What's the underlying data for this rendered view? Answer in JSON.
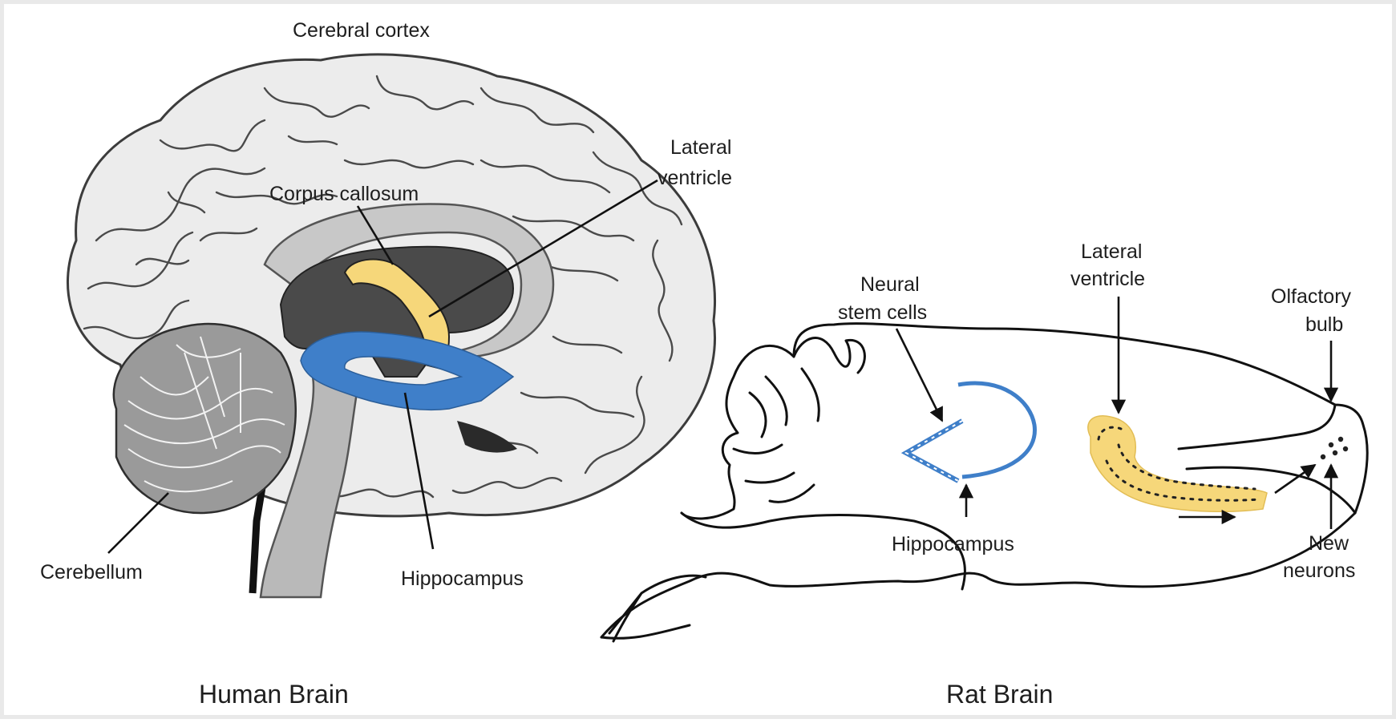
{
  "human_brain": {
    "caption": "Human Brain",
    "labels": {
      "cerebral_cortex": "Cerebral cortex",
      "corpus_callosum": "Corpus callosum",
      "lateral_ventricle_line1": "Lateral",
      "lateral_ventricle_line2": "ventricle",
      "cerebellum": "Cerebellum",
      "hippocampus": "Hippocampus"
    }
  },
  "rat_brain": {
    "caption": "Rat Brain",
    "labels": {
      "neural_stem_cells_line1": "Neural",
      "neural_stem_cells_line2": "stem cells",
      "lateral_ventricle_line1": "Lateral",
      "lateral_ventricle_line2": "ventricle",
      "olfactory_bulb_line1": "Olfactory",
      "olfactory_bulb_line2": "bulb",
      "hippocampus": "Hippocampus",
      "new_neurons_line1": "New",
      "new_neurons_line2": "neurons"
    }
  },
  "colors": {
    "cortex_fill": "#ececec",
    "corpus_callosum": "#f6d77a",
    "hippocampus": "#3f7fc9",
    "ventricle_region": "#4a4a4a",
    "brainstem": "#b9b9b9",
    "cerebellum": "#9a9a9a",
    "rat_ventricle_dots": "#f6d77a"
  }
}
